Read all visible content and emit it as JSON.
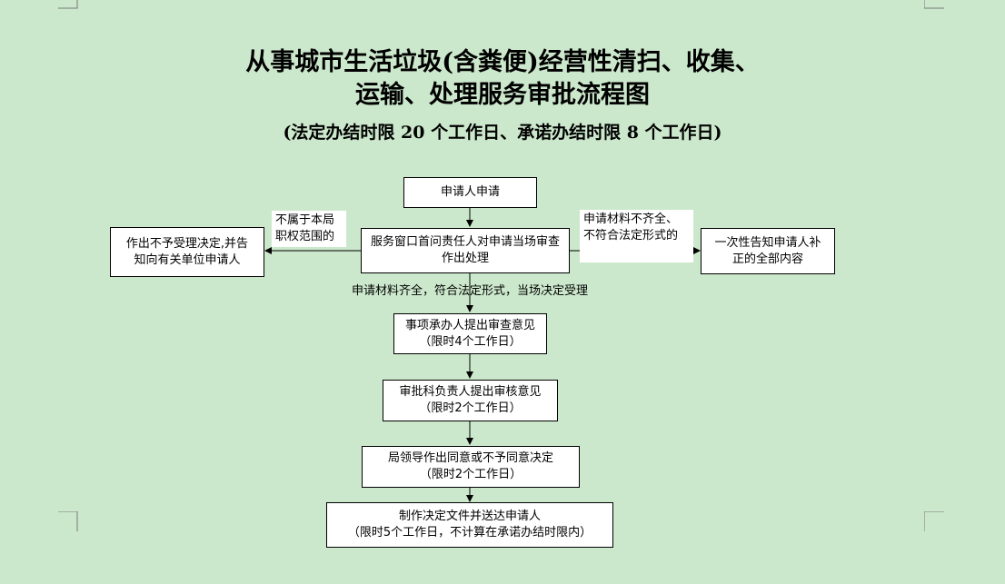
{
  "title": {
    "line1": "从事城市生活垃圾(含粪便)经营性清扫、收集、",
    "line2": "运输、处理服务审批流程图",
    "subtitle": "(法定办结时限 20 个工作日、承诺办结时限 8 个工作日)"
  },
  "nodes": {
    "apply": "申请人申请",
    "review": "服务窗口首问责任人对申请当场审查\n作出处理",
    "reject": "作出不予受理决定,并告\n知向有关单位申请人",
    "notify": "一次性告知申请人补\n正的全部内容",
    "handler": "事项承办人提出审查意见\n（限时4个工作日）",
    "section": "审批科负责人提出审核意见\n（限时2个工作日）",
    "leader": "局领导作出同意或不予同意决定\n（限时2个工作日）",
    "deliver": "制作决定文件并送达申请人\n（限时5个工作日，不计算在承诺办结时限内）"
  },
  "labels": {
    "out_of_scope": "不属于本局\n职权范围的",
    "incomplete": "申请材料不齐全、\n不符合法定形式的",
    "accepted": "申请材料齐全，符合法定形式，当场决定受理"
  }
}
